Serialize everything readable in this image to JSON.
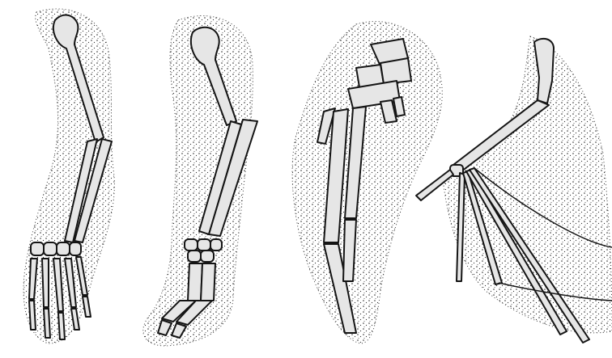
{
  "figure": {
    "panels": [
      {
        "name": "limb-panel-1",
        "structure": "forelimb-with-five-fingers"
      },
      {
        "name": "limb-panel-2",
        "structure": "forelimb-with-hoof-like-digits"
      },
      {
        "name": "limb-panel-3",
        "structure": "flipper-with-long-phalanges"
      },
      {
        "name": "limb-panel-4",
        "structure": "wing-with-elongated-fingers-and-membrane"
      }
    ],
    "colors": {
      "bone_fill": "#e6e6e6",
      "outline": "#141414",
      "stipple": "#2a2a2a",
      "background": "#ffffff"
    }
  }
}
